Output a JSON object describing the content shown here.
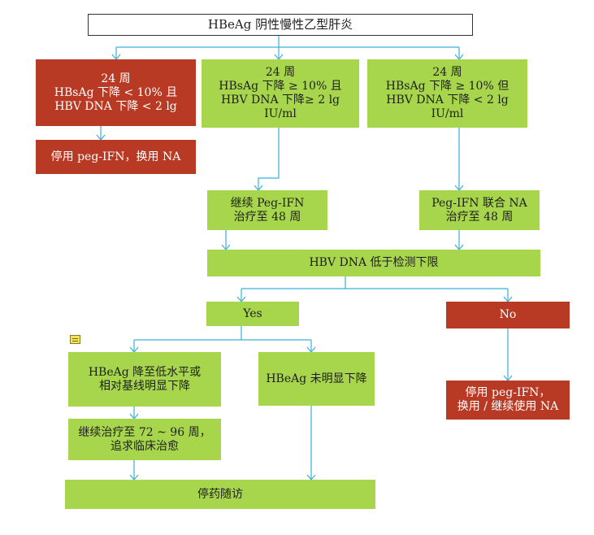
{
  "colors": {
    "green": "#a7d64c",
    "red": "#b83a24",
    "arrow": "#3ab0dc"
  },
  "nodes": {
    "title": "HBeAg 阴性慢性乙型肝炎",
    "branch_left": "24 周\nHBsAg 下降 < 10% 且\nHBV DNA 下降 < 2 lg",
    "branch_mid": "24 周\nHBsAg 下降 ≥ 10% 且\nHBV DNA 下降≥ 2 lg\nIU/ml",
    "branch_right": "24 周\nHBsAg 下降 ≥ 10% 但\nHBV DNA 下降 < 2 lg\nIU/ml",
    "stop_peg_switch_na": "停用 peg-IFN，换用 NA",
    "continue_peg": "继续 Peg-IFN\n治疗至 48 周",
    "peg_plus_na": "Peg-IFN 联合 NA\n治疗至 48 周",
    "dna_below_limit": "HBV DNA 低于检测下限",
    "yes": "Yes",
    "no": "No",
    "hbeag_low": "HBeAg 降至低水平或\n相对基线明显下降",
    "hbeag_not_down": "HBeAg 未明显下降",
    "stop_peg_na": "停用 peg-IFN，\n换用 / 继续使用 NA",
    "continue_72_96": "继续治疗至 72 ~ 96 周，\n追求临床治愈",
    "stop_follow": "停药随访"
  },
  "icons": {
    "note": "note-icon"
  }
}
